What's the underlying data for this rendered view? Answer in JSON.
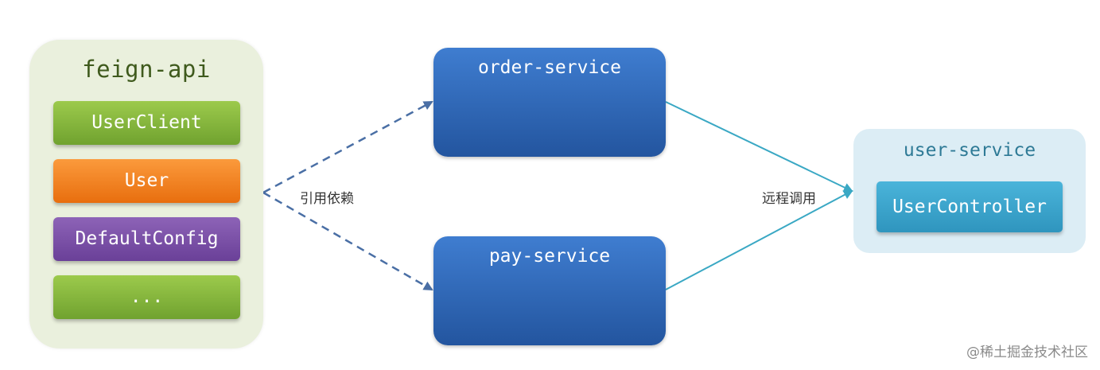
{
  "feign_api": {
    "title": "feign-api",
    "items": [
      {
        "label": "UserClient",
        "color": "#8bbf3f"
      },
      {
        "label": "User",
        "color": "#f58220"
      },
      {
        "label": "DefaultConfig",
        "color": "#7b52ab"
      },
      {
        "label": "...",
        "color": "#8bbf3f"
      }
    ]
  },
  "services": [
    {
      "label": "order-service"
    },
    {
      "label": "pay-service"
    }
  ],
  "user_service": {
    "title": "user-service",
    "controller_label": "UserController"
  },
  "edges": {
    "dependency_label": "引用依赖",
    "remote_call_label": "远程调用",
    "dependency_color": "#4a6fa5",
    "remote_call_color": "#3aa8c4"
  },
  "watermark": "@稀土掘金技术社区"
}
